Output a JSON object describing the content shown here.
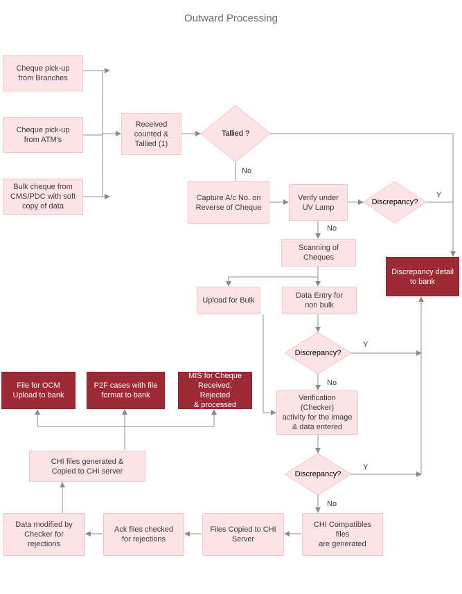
{
  "title": "Outward Processing",
  "boxes": {
    "pickup_branches": "Cheque pick-up\nfrom Branches",
    "pickup_atm": "Cheque pick-up\nfrom ATM's",
    "bulk_cheque": "Bulk cheque from\nCMS/PDC with soft\ncopy of data",
    "received": "Received\ncounted &\nTallied (1)",
    "capture": "Capture A/c No. on\nReverse of Cheque",
    "verify_uv": "Verify under\nUV Lamp",
    "scanning": "Scanning of\nCheques",
    "upload_bulk": "Upload for Bulk",
    "data_entry": "Data Entry for\nnon bulk",
    "discrepancy_detail": "Discrepancy detail\nto bank",
    "verification": "Verification (Checker)\nactivity for the image\n& data entered",
    "file_ocm": "File for OCM\nUpload to bank",
    "p2f": "P2F cases with file\nformat  to bank",
    "mis": "MIS for Cheque\nReceived, Rejected\n& processed",
    "chi_generated": "CHI files generated &\nCopied to CHI server",
    "chi_compat": "CHI Compatibles files\nare generated",
    "files_copied": "Files Copied to CHI\nServer",
    "ack_files": "Ack files checked\nfor rejections",
    "data_modified": "Data modified by\nChecker for rejections"
  },
  "decisions": {
    "tallied": "Tallied ?",
    "disc1": "Discrepancy?",
    "disc2": "Discrepancy?",
    "disc3": "Discrepancy?"
  },
  "edge_labels": {
    "no_tallied": "No",
    "yes_disc1": "Y",
    "no_disc1": "No",
    "yes_disc2": "Y",
    "no_disc2": "No",
    "yes_disc3": "Y",
    "no_disc3": "No"
  },
  "colors": {
    "pink_fill": "#fbe3e6",
    "dark_fill": "#9e2a35",
    "line": "#8c8c8c"
  }
}
